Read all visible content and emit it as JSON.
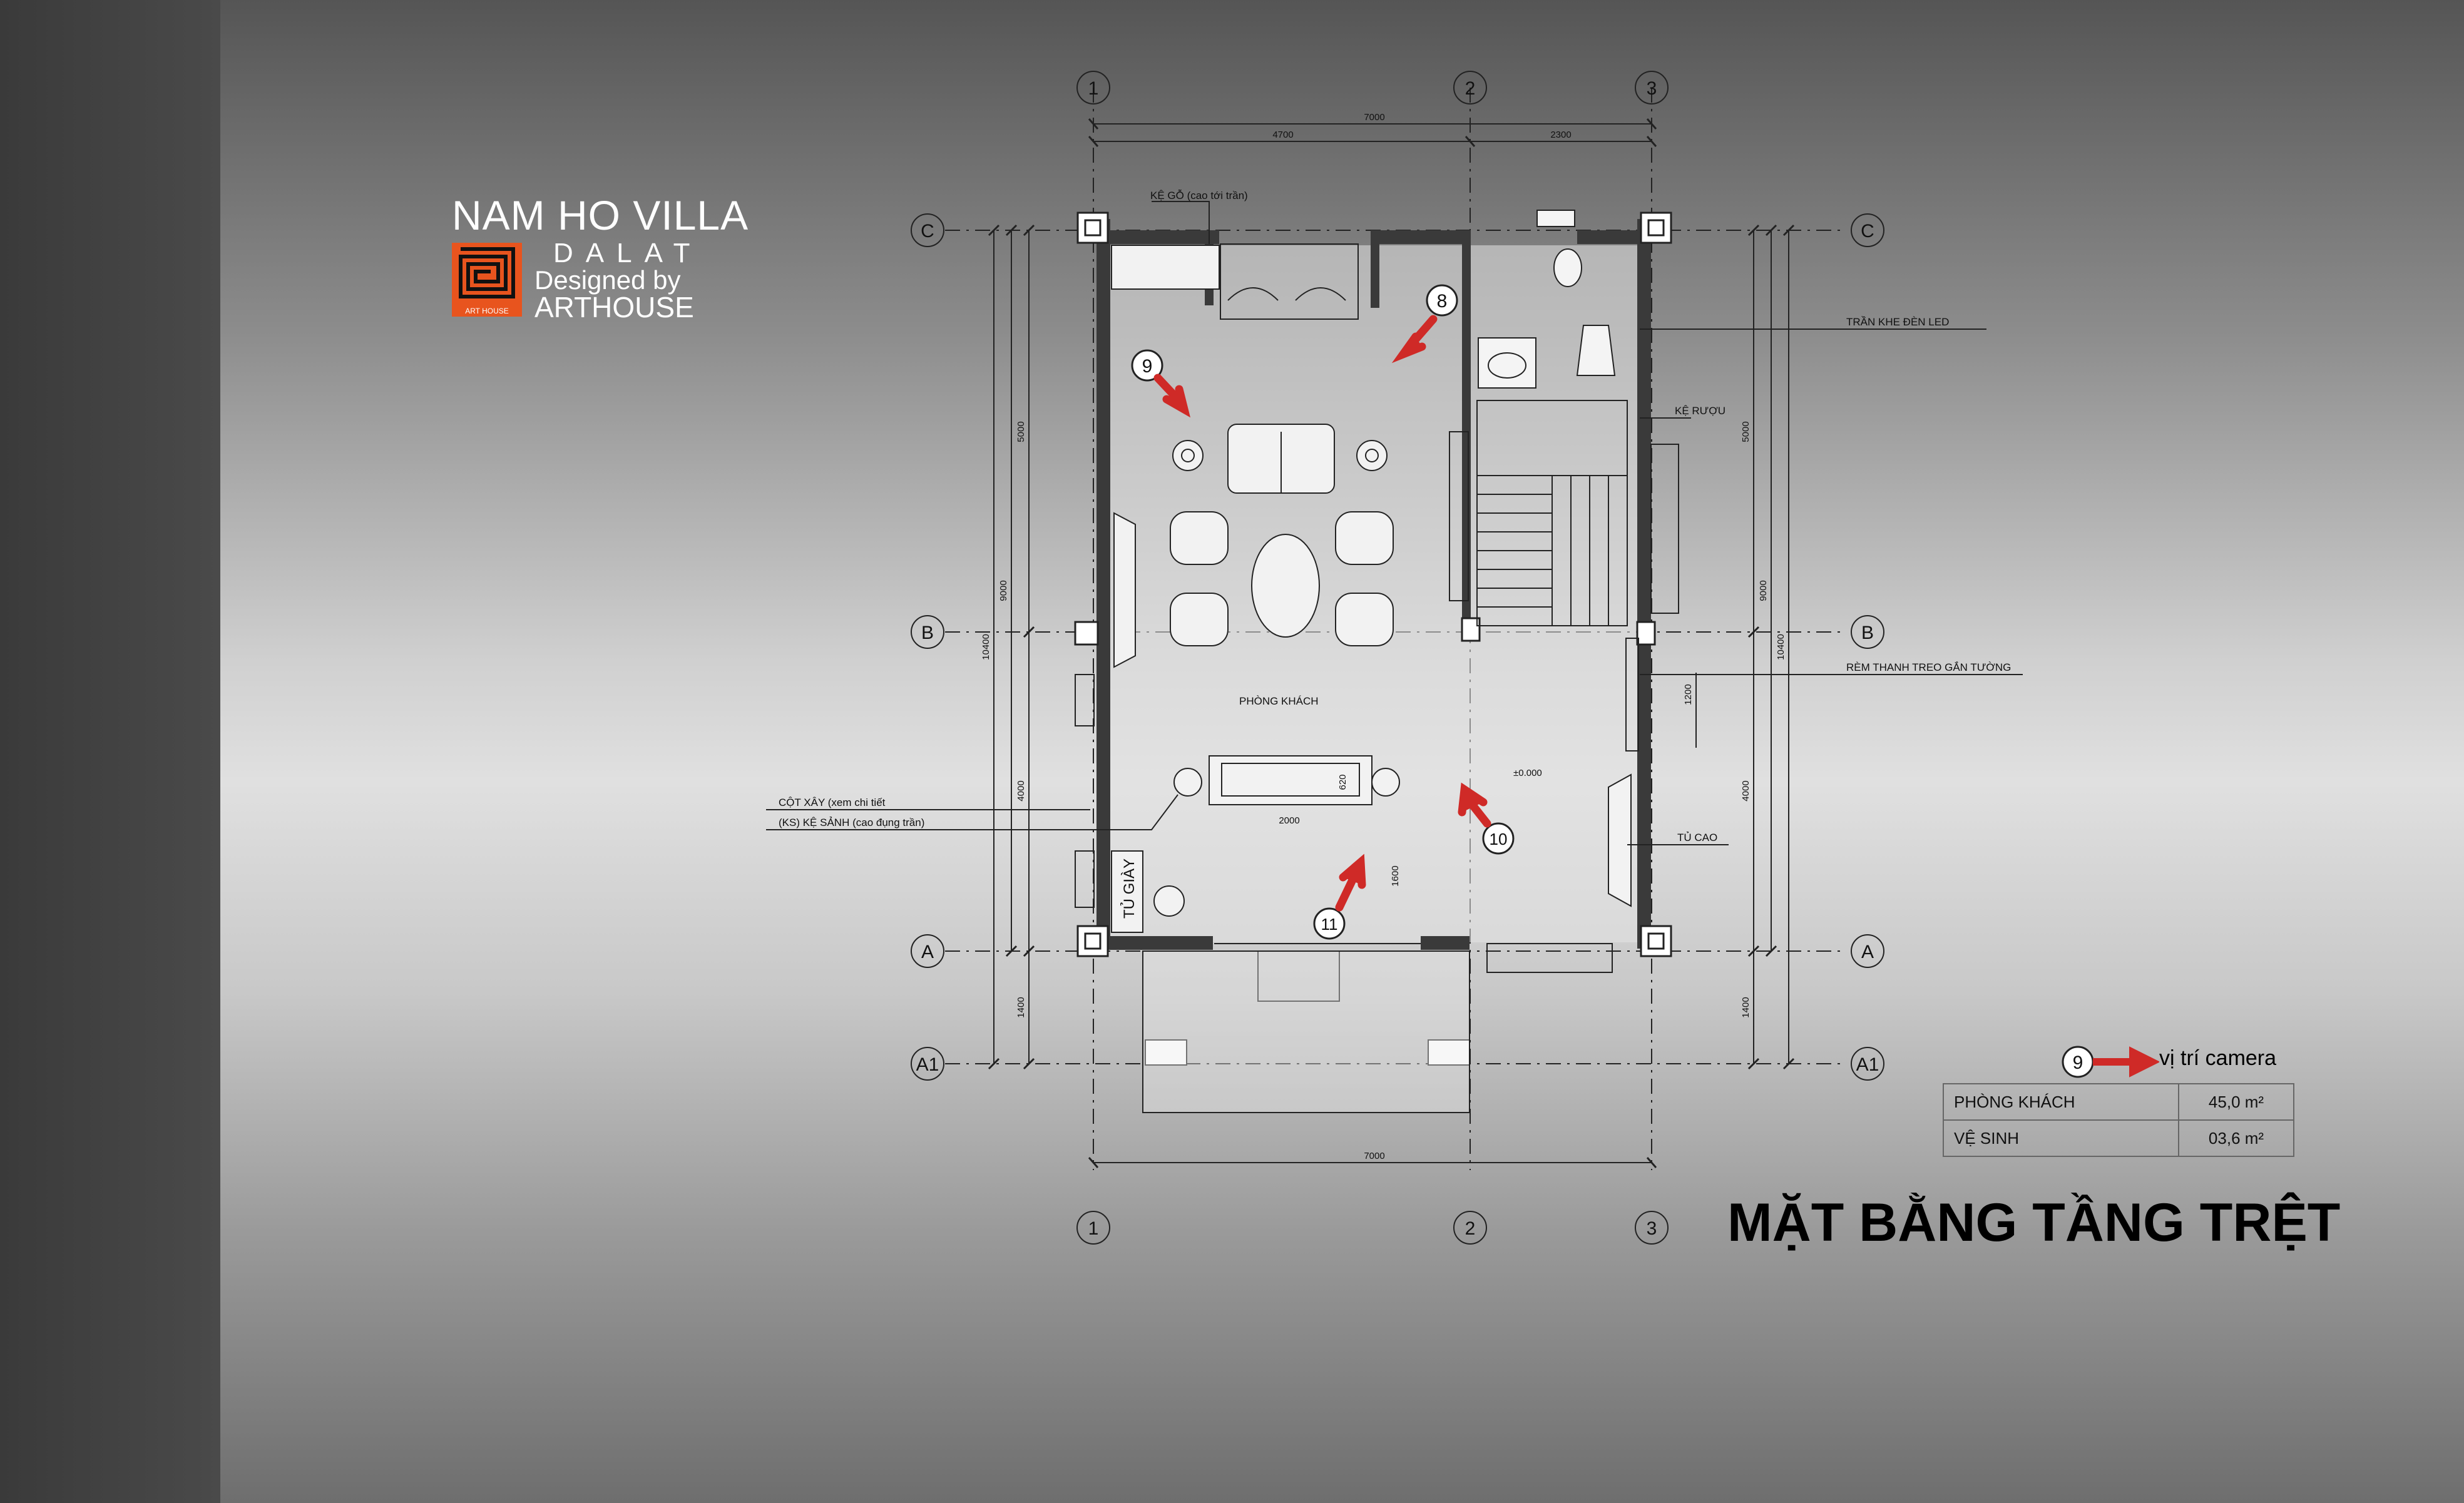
{
  "brand": {
    "title": "NAM HO VILLA",
    "city": "DALAT",
    "designed_by": "Designed by",
    "company": "ARTHOUSE",
    "logo_text": "ART HOUSE"
  },
  "page_title": "MẶT BẰNG TẦNG TRỆT",
  "grid_axes": {
    "top": [
      "1",
      "2",
      "3"
    ],
    "bottom": [
      "1",
      "2",
      "3"
    ],
    "left": [
      "C",
      "B",
      "A",
      "A1"
    ],
    "right": [
      "C",
      "B",
      "A",
      "A1"
    ]
  },
  "dimensions": {
    "top_total": "7000",
    "top_left": "4700",
    "top_right": "2300",
    "bottom_total": "7000",
    "left_outer": "10400",
    "left_mid": "9000",
    "left_upper": "5000",
    "left_lower": "4000",
    "left_bottom": "1400",
    "right_outer": "10400",
    "right_mid": "9000",
    "right_upper": "5000",
    "right_lower": "4000",
    "right_bottom": "1400",
    "right_small": "1200",
    "tv_width": "2000",
    "tv_depth": "620",
    "tv_gap": "1600",
    "level": "±0.000"
  },
  "annotations": {
    "ke_go": "KỆ GỖ (cao tới trần)",
    "tran_khe": "TRẦN KHE ĐÈN LED",
    "ke_ruou": "KỆ RƯỢU",
    "rem": "RÈM THANH TREO GẮN TƯỜNG",
    "cot_xay": "CỘT XÂY (xem chi tiết",
    "ke_sanh": "(KS) KỆ SẢNH (cao đụng trần)",
    "tu_cao": "TỦ CAO",
    "tu_giay": "TỦ GIÀY",
    "phong_khach": "PHÒNG KHÁCH"
  },
  "camera_markers": [
    "8",
    "9",
    "10",
    "11"
  ],
  "legend": {
    "marker": "9",
    "label": "vị trí camera"
  },
  "area_table": [
    {
      "room": "PHÒNG KHÁCH",
      "area": "45,0 m²"
    },
    {
      "room": "VỆ SINH",
      "area": "03,6 m²"
    }
  ],
  "colors": {
    "camera_arrow": "#cf2a27",
    "logo": "#e8541e",
    "wall": "#333333"
  }
}
